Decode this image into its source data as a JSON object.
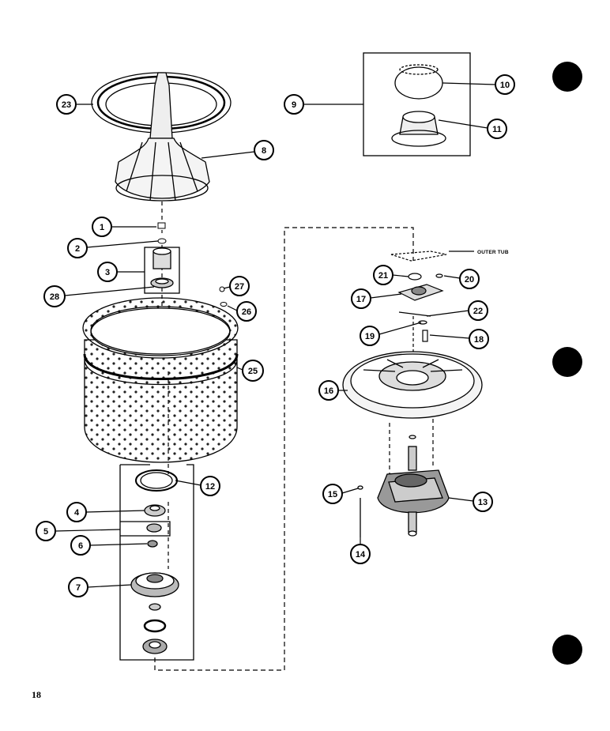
{
  "page_number": "18",
  "outer_tub_label": "OUTER TUB",
  "callouts": [
    {
      "id": "c23",
      "text": "23"
    },
    {
      "id": "c8",
      "text": "8"
    },
    {
      "id": "c9",
      "text": "9"
    },
    {
      "id": "c10",
      "text": "10"
    },
    {
      "id": "c11",
      "text": "11"
    },
    {
      "id": "c1",
      "text": "1"
    },
    {
      "id": "c2",
      "text": "2"
    },
    {
      "id": "c3",
      "text": "3"
    },
    {
      "id": "c28",
      "text": "28"
    },
    {
      "id": "c27",
      "text": "27"
    },
    {
      "id": "c26",
      "text": "26"
    },
    {
      "id": "c25",
      "text": "25"
    },
    {
      "id": "c12",
      "text": "12"
    },
    {
      "id": "c4",
      "text": "4"
    },
    {
      "id": "c5",
      "text": "5"
    },
    {
      "id": "c6",
      "text": "6"
    },
    {
      "id": "c7",
      "text": "7"
    },
    {
      "id": "c21",
      "text": "21"
    },
    {
      "id": "c20",
      "text": "20"
    },
    {
      "id": "c17",
      "text": "17"
    },
    {
      "id": "c22",
      "text": "22"
    },
    {
      "id": "c19",
      "text": "19"
    },
    {
      "id": "c18",
      "text": "18"
    },
    {
      "id": "c16",
      "text": "16"
    },
    {
      "id": "c15",
      "text": "15"
    },
    {
      "id": "c13",
      "text": "13"
    },
    {
      "id": "c14",
      "text": "14"
    }
  ]
}
